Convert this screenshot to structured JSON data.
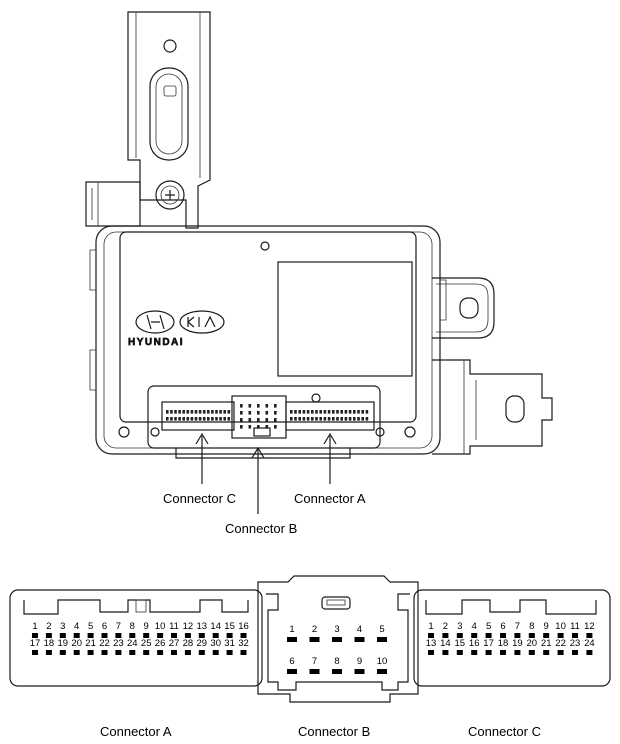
{
  "module": {
    "brand_marks": [
      "HYUNDAI",
      "KIA"
    ],
    "callouts": {
      "connector_c": "Connector C",
      "connector_b": "Connector B",
      "connector_a": "Connector A"
    }
  },
  "pinouts": {
    "connector_a": {
      "label": "Connector A",
      "top_row": [
        "1",
        "2",
        "3",
        "4",
        "5",
        "6",
        "7",
        "8",
        "9",
        "10",
        "11",
        "12",
        "13",
        "14",
        "15",
        "16"
      ],
      "bottom_row": [
        "17",
        "18",
        "19",
        "20",
        "21",
        "22",
        "23",
        "24",
        "25",
        "26",
        "27",
        "28",
        "29",
        "30",
        "31",
        "32"
      ]
    },
    "connector_b": {
      "label": "Connector B",
      "top_row": [
        "1",
        "2",
        "3",
        "4",
        "5"
      ],
      "bottom_row": [
        "6",
        "7",
        "8",
        "9",
        "10"
      ]
    },
    "connector_c": {
      "label": "Connector C",
      "top_row": [
        "1",
        "2",
        "3",
        "4",
        "5",
        "6",
        "7",
        "8",
        "9",
        "10",
        "11",
        "12"
      ],
      "bottom_row": [
        "13",
        "14",
        "15",
        "16",
        "17",
        "18",
        "19",
        "20",
        "21",
        "22",
        "23",
        "24"
      ]
    }
  }
}
